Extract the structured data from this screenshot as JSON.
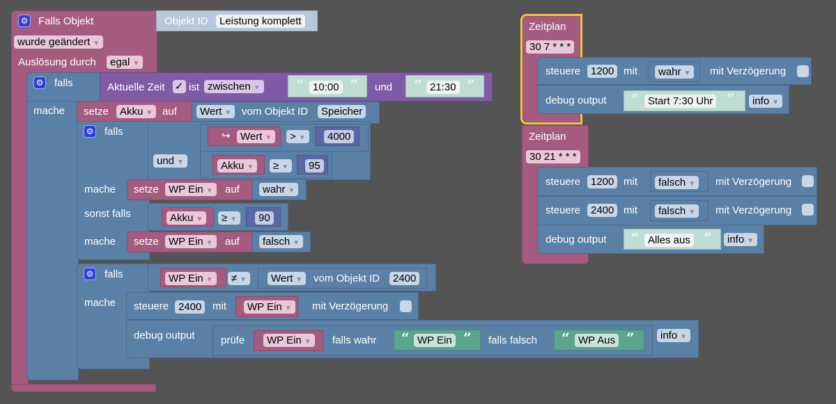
{
  "event_block": {
    "title": "Falls Objekt",
    "object_id_label": "Objekt ID",
    "object_id_value": "Leistung komplett",
    "trigger_option": "wurde geändert",
    "trigger_by_label": "Auslösung durch",
    "trigger_by_value": "egal"
  },
  "if_time": {
    "falls": "falls",
    "mache": "mache",
    "time_label": "Aktuelle Zeit",
    "check": "✓",
    "ist": "ist",
    "mode": "zwischen",
    "from": "10:00",
    "und": "und",
    "to": "21:30"
  },
  "set_akku": {
    "setze": "setze",
    "var": "Akku",
    "auf": "auf",
    "wert": "Wert",
    "vom": "vom Objekt ID",
    "object": "Speicher"
  },
  "inner_if": {
    "falls": "falls",
    "cond1_var": "Wert",
    "cond1_op": ">",
    "cond1_value": "4000",
    "logic": "und",
    "cond2_var": "Akku",
    "cond2_op": "≥",
    "cond2_value": "95",
    "mache1": "mache",
    "set1_setze": "setze",
    "set1_var": "WP Ein",
    "set1_auf": "auf",
    "set1_value": "wahr",
    "sonst_falls": "sonst falls",
    "cond3_var": "Akku",
    "cond3_op": "≥",
    "cond3_value": "90",
    "mache2": "mache",
    "set2_setze": "setze",
    "set2_var": "WP Ein",
    "set2_auf": "auf",
    "set2_value": "falsch"
  },
  "second_if": {
    "falls": "falls",
    "var": "WP Ein",
    "op": "≠",
    "wert": "Wert",
    "vom": "vom Objekt ID",
    "object": "2400",
    "mache": "mache",
    "steuere": "steuere",
    "steuere_id": "2400",
    "mit": "mit",
    "steuere_var": "WP Ein",
    "delay_label": "mit Verzögerung",
    "debug_label": "debug output",
    "pruefe": "prüfe",
    "pruefe_var": "WP Ein",
    "falls_wahr": "falls wahr",
    "true_text": "WP Ein",
    "falls_falsch": "falls falsch",
    "false_text": "WP Aus",
    "level": "info"
  },
  "schedule1": {
    "title": "Zeitplan",
    "cron": "30 7 * * *",
    "steuere": "steuere",
    "id": "1200",
    "mit": "mit",
    "value": "wahr",
    "delay_label": "mit Verzögerung",
    "debug_label": "debug output",
    "text": "Start 7:30 Uhr",
    "level": "info"
  },
  "schedule2": {
    "title": "Zeitplan",
    "cron": "30 21 * * *",
    "s1_steuere": "steuere",
    "s1_id": "1200",
    "s1_mit": "mit",
    "s1_value": "falsch",
    "s1_delay": "mit Verzögerung",
    "s2_steuere": "steuere",
    "s2_id": "2400",
    "s2_mit": "mit",
    "s2_value": "falsch",
    "s2_delay": "mit Verzögerung",
    "debug_label": "debug output",
    "text": "Alles aus",
    "level": "info"
  },
  "icons": {
    "gear": "⚙",
    "dropdown": "▾",
    "open_quote": "“",
    "close_quote": "”",
    "return_arrow": "↪"
  },
  "colors": {
    "event": "#a55b80",
    "logic": "#5b80a5",
    "time": "#805ba5",
    "text": "#5ba58c",
    "selected": "#f4c542",
    "background": "#545454"
  }
}
